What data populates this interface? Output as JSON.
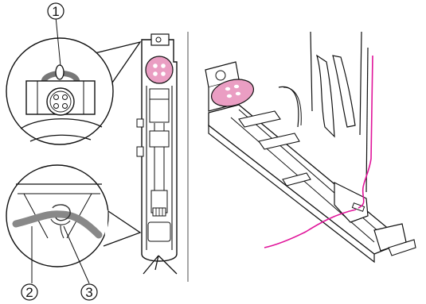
{
  "callouts": [
    {
      "id": "1",
      "label": "1"
    },
    {
      "id": "2",
      "label": "2"
    },
    {
      "id": "3",
      "label": "3"
    }
  ],
  "colors": {
    "button_fill": "#ea9ec3",
    "button_hole": "#ffffff",
    "thread": "#e0149a",
    "cord": "#8f8f8f",
    "line": "#111111",
    "divider": "#8a8a8a"
  },
  "icons": [
    "magnifier-callout-circle",
    "button-icon",
    "sewing-thread",
    "gimp-cord-knot"
  ]
}
